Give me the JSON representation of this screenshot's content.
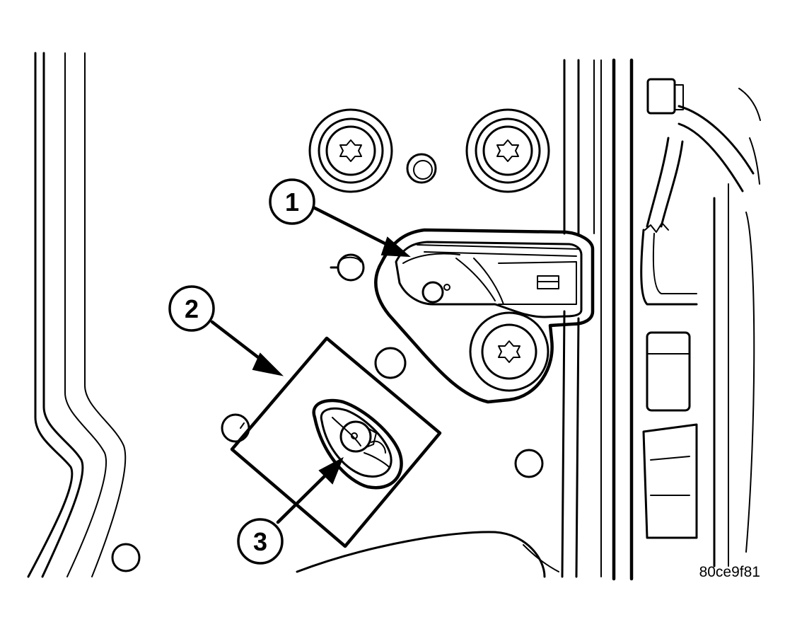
{
  "callouts": {
    "c1": "1",
    "c2": "2",
    "c3": "3"
  },
  "figure_code": "80ce9f81"
}
